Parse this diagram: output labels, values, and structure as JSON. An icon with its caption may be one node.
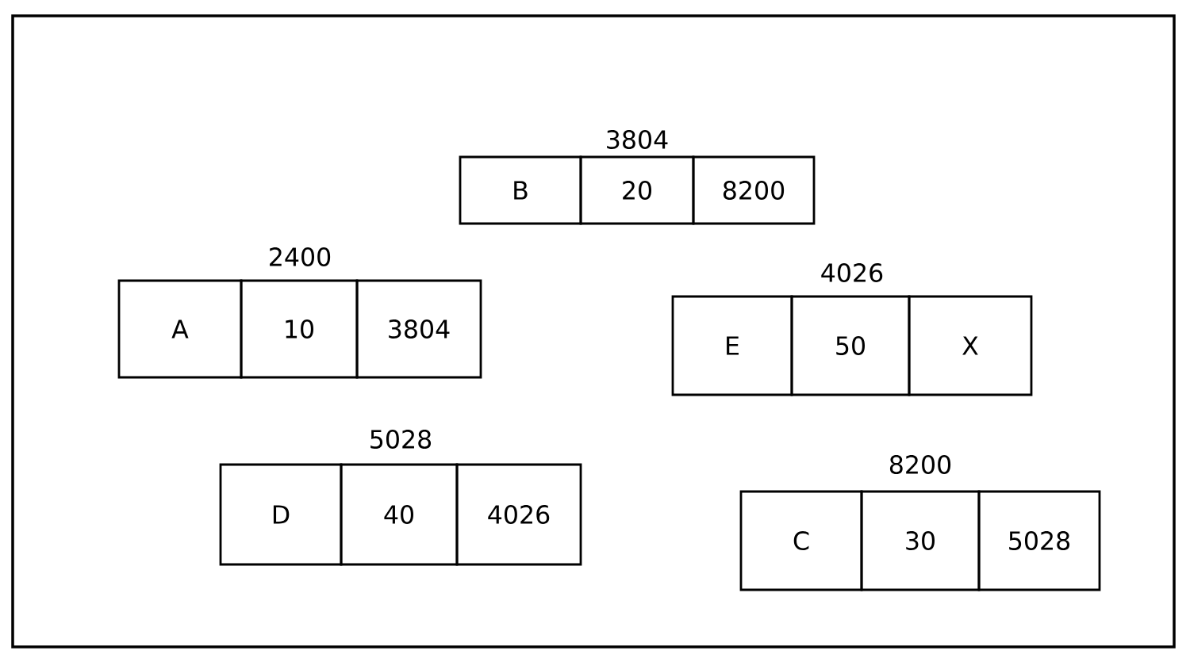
{
  "diagram": {
    "nodes": [
      {
        "text": [
          "3804",
          "B",
          "20",
          "8200"
        ]
      },
      {
        "text": [
          "2400",
          "A",
          "10",
          "3804"
        ]
      },
      {
        "text": [
          "4026",
          "E",
          "50",
          "X"
        ]
      },
      {
        "text": [
          "5028",
          "D",
          "40",
          "4026"
        ]
      },
      {
        "text": [
          "8200",
          "C",
          "30",
          "5028"
        ]
      }
    ]
  }
}
